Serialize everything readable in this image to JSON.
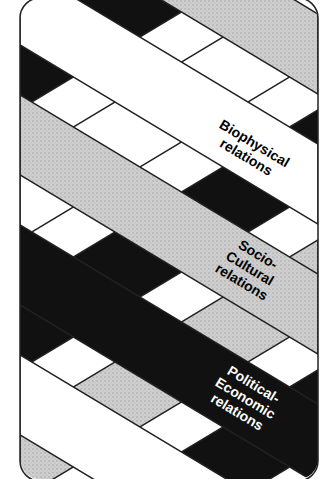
{
  "diagram": {
    "nodes": [
      {
        "text": [
          "Biophysical relations"
        ]
      },
      {
        "text": [
          "Socio-Cultural relations"
        ]
      },
      {
        "text": [
          "Political-Economic relations"
        ]
      }
    ]
  }
}
